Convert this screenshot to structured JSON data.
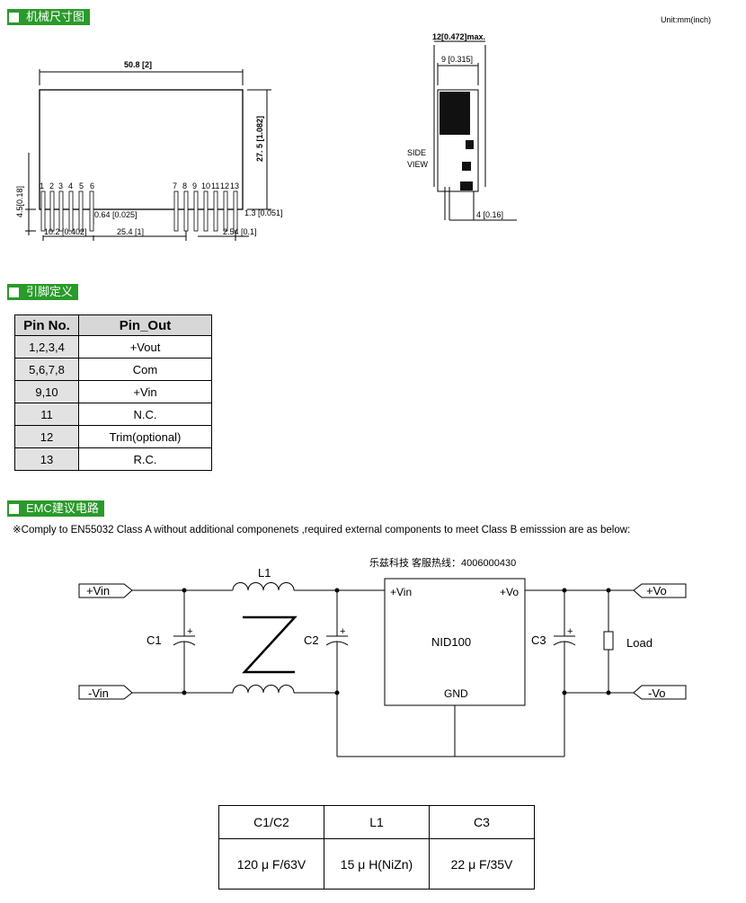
{
  "sections": {
    "mech": "机械尺寸图",
    "pins": "引脚定义",
    "emc": "EMC建议电路"
  },
  "unit_note": "Unit:mm(inch)",
  "mechanical": {
    "width": "50.8 [2]",
    "height": "27. 5 [1.082]",
    "pin_len": "4.5[0.18]",
    "pin_dia": "0.64 [0.025]",
    "pin_w": "1.3 [0.051]",
    "span_a": "10.2 [0.402]",
    "span_b": "25.4 [1]",
    "pitch": "2.54 [0.1]",
    "pins_left": [
      "1",
      "2",
      "3",
      "4",
      "5",
      "6"
    ],
    "pins_right": [
      "7",
      "8",
      "9",
      "10",
      "11",
      "12",
      "13"
    ],
    "side_max": "12[0.472]max.",
    "side_w": "9 [0.315]",
    "side_label_1": "SIDE",
    "side_label_2": "VIEW",
    "side_pin": "4 [0.16]"
  },
  "pin_table": {
    "headers": [
      "Pin No.",
      "Pin_Out"
    ],
    "rows": [
      [
        "1,2,3,4",
        "+Vout"
      ],
      [
        "5,6,7,8",
        "Com"
      ],
      [
        "9,10",
        "+Vin"
      ],
      [
        "11",
        "N.C."
      ],
      [
        "12",
        "Trim(optional)"
      ],
      [
        "13",
        "R.C."
      ]
    ]
  },
  "emc_note": "※Comply to  EN55032 Class A without additional componenets ,required external  components to meet Class B emisssion are as below:",
  "contact": "乐兹科技 客服热线：4006000430",
  "circuit": {
    "vin_pos": "+Vin",
    "vin_neg": "-Vin",
    "l1": "L1",
    "c1": "C1",
    "c2": "C2",
    "c3": "C3",
    "plus": "+",
    "module": "NID100",
    "m_vin": "+Vin",
    "m_vo": "+Vo",
    "m_gnd": "GND",
    "vo_pos": "+Vo",
    "vo_neg": "-Vo",
    "load": "Load"
  },
  "comp_table": {
    "headers": [
      "C1/C2",
      "L1",
      "C3"
    ],
    "values": [
      "120 μ F/63V",
      "15 μ H(NiZn)",
      "22 μ F/35V"
    ]
  }
}
